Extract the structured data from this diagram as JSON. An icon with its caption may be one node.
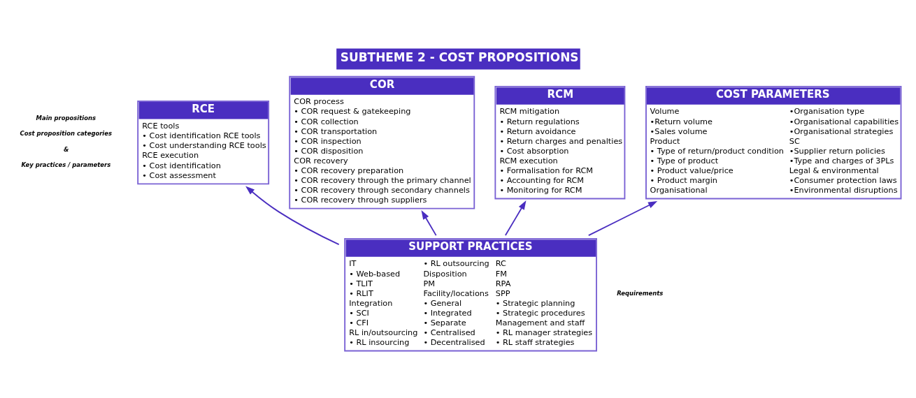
{
  "diagram": {
    "title": "SUBTHEME 2 - COST PROPOSITIONS",
    "nodes": [
      {
        "text": [
          "RCE",
          "RCE tools",
          "• Cost identification RCE tools",
          "• Cost understanding RCE tools",
          "RCE execution",
          "• Cost identification",
          "• Cost assessment"
        ]
      },
      {
        "text": [
          "COR",
          "COR process",
          "• COR request & gatekeeping",
          "• COR collection",
          "• COR transportation",
          "• COR inspection",
          "• COR disposition",
          "COR recovery",
          "• COR recovery preparation",
          "• COR recovery through the primary channel",
          "• COR recovery through secondary channels",
          "• COR recovery through suppliers"
        ]
      },
      {
        "text": [
          "RCM",
          "RCM mitigation",
          "• Return regulations",
          "• Return avoidance",
          "• Return charges and penalties",
          "• Cost absorption",
          "RCM execution",
          "• Formalisation for RCM",
          "• Accounting for RCM",
          "• Monitoring for RCM"
        ]
      },
      {
        "text": [
          "COST PARAMETERS",
          "Volume",
          "•Return volume",
          "•Sales volume",
          "Product",
          "• Type of return/product condition",
          "• Type of product",
          "• Product value/price",
          "• Product margin",
          "Organisational",
          "•Organisation type",
          "•Organisational capabilities",
          "•Organisational strategies",
          "SC",
          "•Supplier return policies",
          "•Type and charges of 3PLs",
          "Legal & environmental",
          "•Consumer protection laws",
          "•Environmental disruptions"
        ]
      },
      {
        "text": [
          "SUPPORT PRACTICES",
          "IT",
          "• Web-based",
          "• TLIT",
          "• RLIT",
          "Integration",
          "• SCI",
          "• CFI",
          "RL in/outsourcing",
          "• RL insourcing",
          "• RL outsourcing",
          "Disposition",
          "PM",
          "Facility/locations",
          "• General",
          "• Integrated",
          "• Separate",
          "• Centralised",
          "• Decentralised",
          "RC",
          "FM",
          "RPA",
          "SPP",
          "• Strategic planning",
          "• Strategic procedures",
          "Management and staff",
          "• RL manager strategies",
          "• RL staff strategies"
        ]
      }
    ],
    "edges": [
      {
        "from": 4,
        "to": 0,
        "arrow": "to"
      },
      {
        "from": 4,
        "to": 1,
        "arrow": "to"
      },
      {
        "from": 4,
        "to": 2,
        "arrow": "to"
      },
      {
        "from": 4,
        "to": 3,
        "arrow": "to"
      }
    ],
    "labels": [
      "Main propositions",
      "Cost proposition categories",
      "&",
      "Key practices / parameters",
      "Requirements"
    ]
  }
}
